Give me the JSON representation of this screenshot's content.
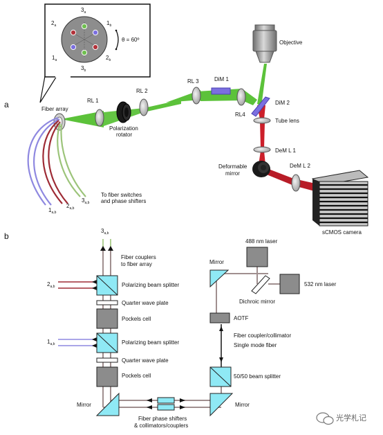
{
  "panels": {
    "a": "a",
    "b": "b"
  },
  "colors": {
    "beam_green": "#5cc23a",
    "beam_red": "#cc1f2a",
    "dichroic": "#7b6fe0",
    "cyan_optic": "#8fe9f5",
    "gray_box": "#8c8c8c",
    "fiber_blue": "#8e88e0",
    "fiber_red": "#9e2b35",
    "fiber_green": "#9cc47a"
  },
  "a": {
    "inset": {
      "top": "3",
      "top_sub": "a",
      "upper_left": "2",
      "upper_left_sub": "a",
      "upper_right": "1",
      "upper_right_sub": "b",
      "lower_left": "1",
      "lower_left_sub": "a",
      "lower_right": "2",
      "lower_right_sub": "b",
      "bottom": "3",
      "bottom_sub": "b",
      "angle": "θ = 60º"
    },
    "fiber_array": "Fiber array",
    "rl1": "RL 1",
    "rl2": "RL 2",
    "rl3": "RL 3",
    "rl4": "RL4",
    "dim1": "DiM 1",
    "dim2": "DiM 2",
    "pol_rot_1": "Polarization",
    "pol_rot_2": "rotator",
    "objective": "Objective",
    "tube_lens": "Tube lens",
    "deml1": "DeM L 1",
    "deml2": "DeM L 2",
    "def_mirror_1": "Deformable",
    "def_mirror_2": "mirror",
    "camera": "sCMOS camera",
    "to_fiber_1": "To fiber switches",
    "to_fiber_2": "and phase shifters",
    "f1": "1",
    "f1_sub": "a,b",
    "f2": "2",
    "f2_sub": "a,b",
    "f3": "3",
    "f3_sub": "a,b"
  },
  "b": {
    "top3": "3",
    "top3_sub": "a,b",
    "couplers_1": "Fiber couplers",
    "couplers_2": "to fiber array",
    "in2": "2",
    "in2_sub": "a,b",
    "in1": "1",
    "in1_sub": "a,b",
    "pbs": "Polarizing beam splitter",
    "qwp": "Quarter wave plate",
    "pockels": "Pockels cell",
    "mirror": "Mirror",
    "laser488": "488 nm laser",
    "laser532": "532 nm laser",
    "dichroic": "Dichroic mirror",
    "aotf": "AOTF",
    "coupler_collimator": "Fiber coupler/collimator",
    "single_mode": "Single mode fiber",
    "bs5050": "50/50 beam splitter",
    "phase_shifters_1": "Fiber phase shifters",
    "phase_shifters_2": "& collimators/couplers"
  },
  "watermark": "光学札记"
}
